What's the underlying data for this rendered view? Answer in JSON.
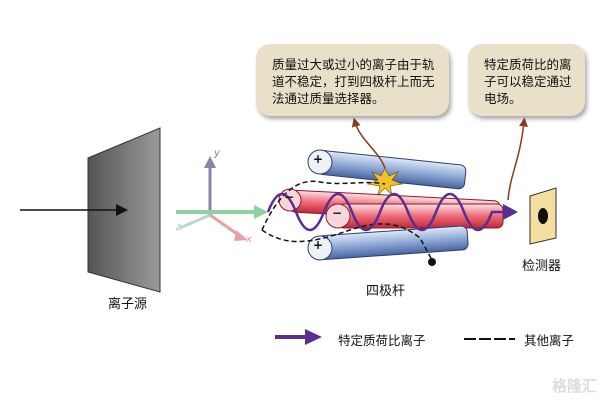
{
  "callouts": {
    "unstable": "质量过大或过小的离子由于轨道不稳定，打到四极杆上而无法通过质量选择器。",
    "stable": "特定质荷比的离子可以稳定通过电场。"
  },
  "labels": {
    "ion_source": "离子源",
    "quadrupole": "四极杆",
    "detector": "检测器",
    "axis_x": "x",
    "axis_y": "y",
    "axis_z": "z",
    "plus": "+",
    "minus": "−"
  },
  "legend": {
    "specific_ions": "特定质荷比离子",
    "other_ions": "其他离子"
  },
  "watermark": "格隆汇",
  "colors": {
    "callout_bg": "#e9e0c9",
    "ion_path": "#5b2d91",
    "arrow_brown": "#8b3a1e",
    "rod_blue": "#6f8fc4",
    "rod_red": "#e0475a"
  }
}
